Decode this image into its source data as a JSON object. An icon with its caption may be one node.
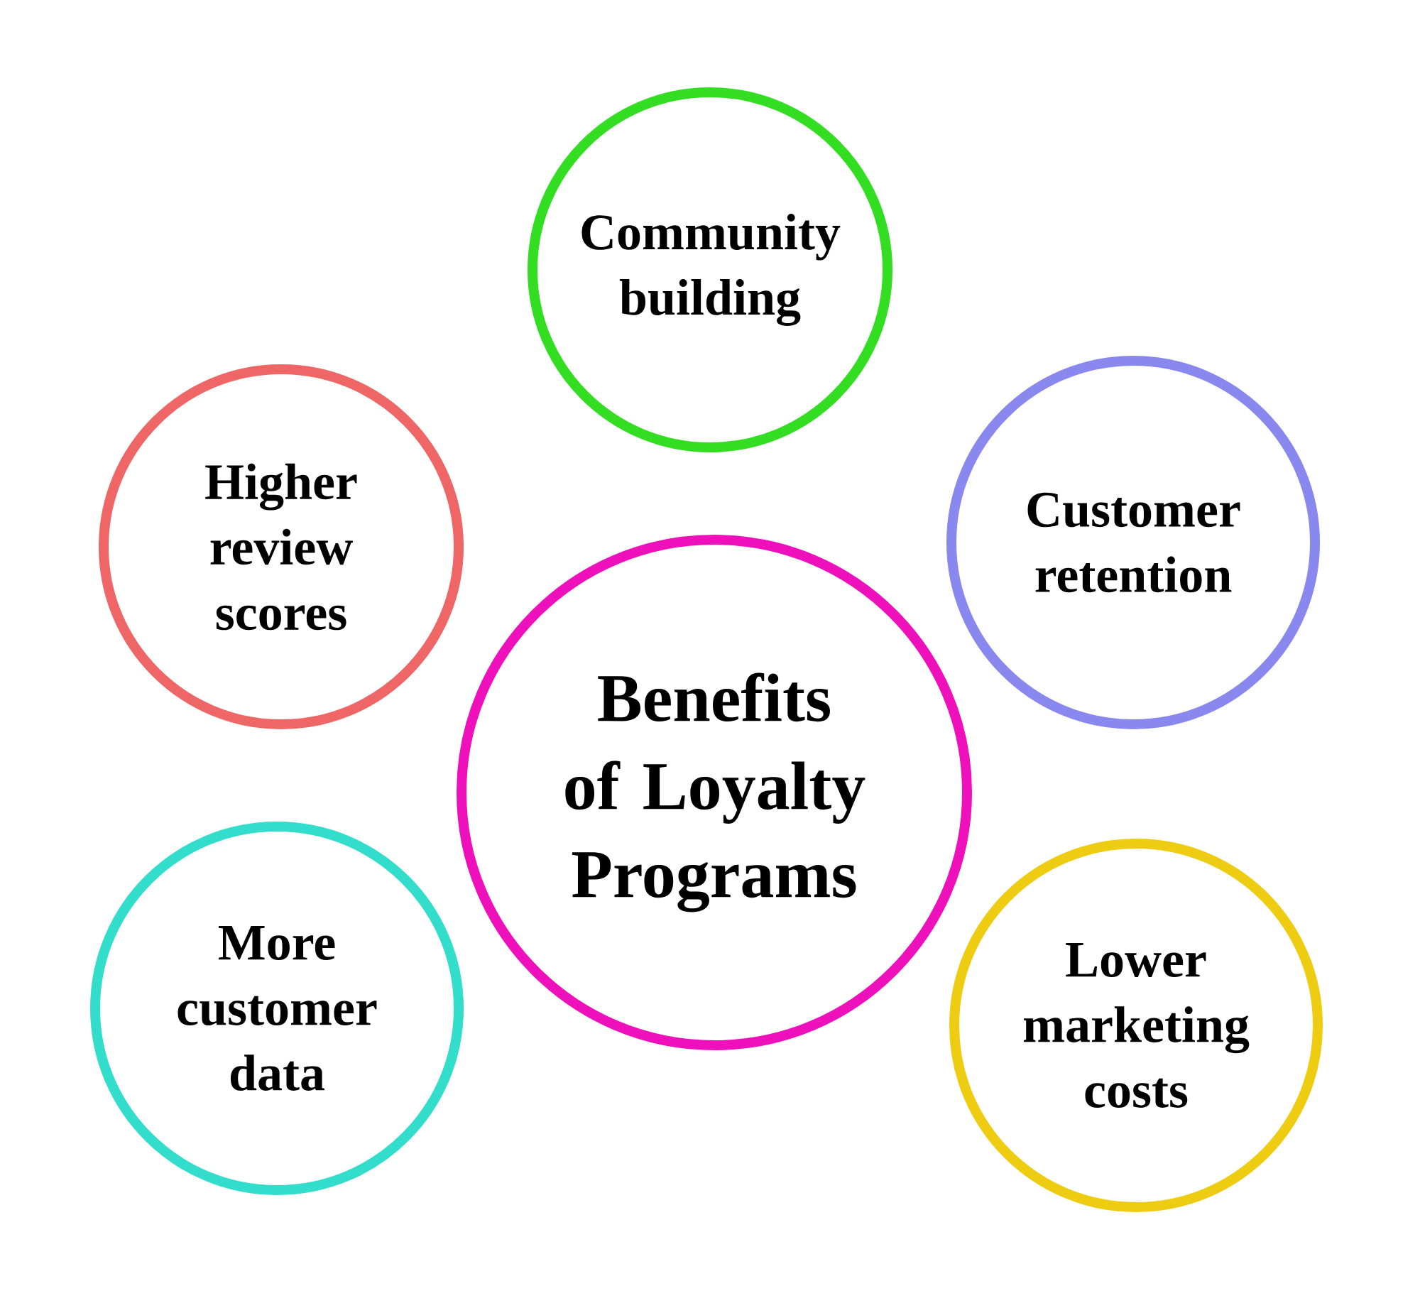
{
  "diagram": {
    "nodes": [
      {
        "text": [
          "Community building"
        ]
      },
      {
        "text": [
          "Higher review scores"
        ]
      },
      {
        "text": [
          "Customer retention"
        ]
      },
      {
        "text": [
          "Benefits of Loyalty Programs"
        ]
      },
      {
        "text": [
          "More customer data"
        ]
      },
      {
        "text": [
          "Lower marketing costs"
        ]
      }
    ],
    "edges": []
  }
}
